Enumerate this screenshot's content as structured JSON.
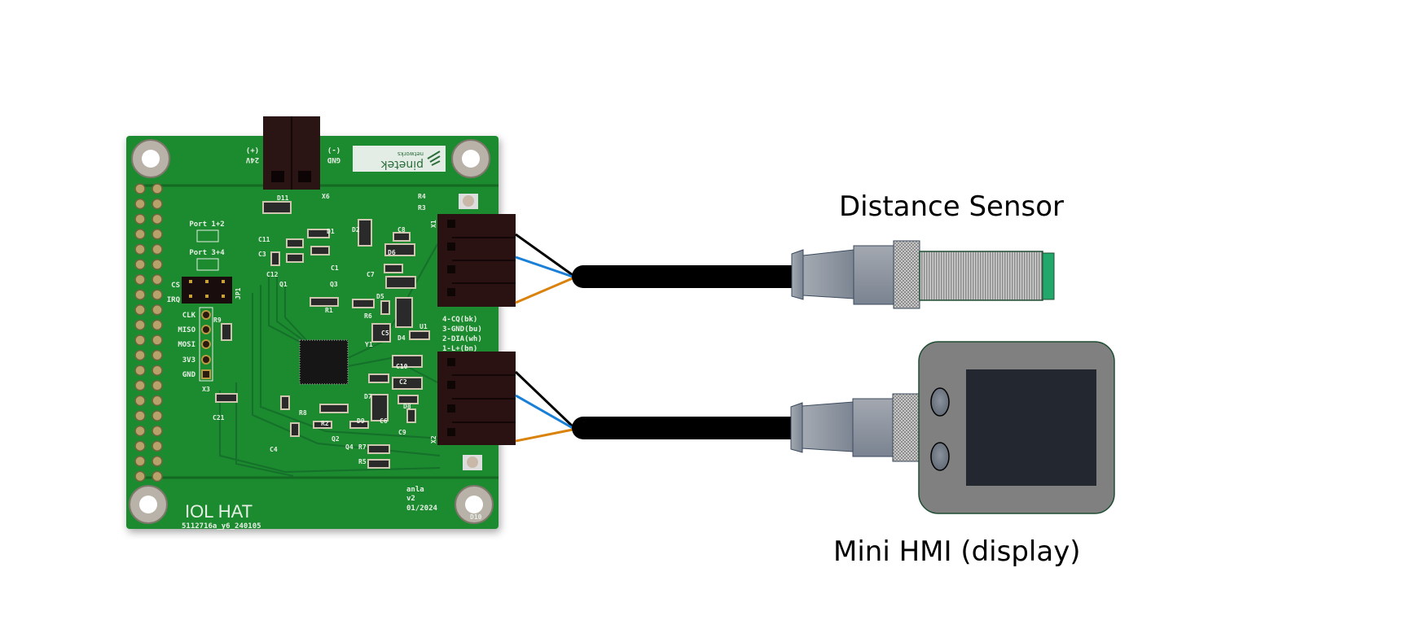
{
  "labels": {
    "sensor": "Distance Sensor",
    "hmi": "Mini HMI (display)"
  },
  "pcb": {
    "title": "IOL HAT",
    "serial": "5112716a_y6_240105",
    "author": "anla",
    "version": "v2",
    "date": "01/2024",
    "logo_name": "pinetek",
    "logo_sub": "networks",
    "power": {
      "plus_label": "24V",
      "plus_sign": "(+)",
      "minus_label": "GND",
      "minus_sign": "(-)",
      "ref": "X6"
    },
    "port12": "Port 1+2",
    "port34": "Port 3+4",
    "jp1": {
      "ref": "JP1",
      "cs": "CS",
      "irq": "IRQ"
    },
    "x3": {
      "ref": "X3",
      "pins": [
        "CLK",
        "MISO",
        "MOSI",
        "3V3",
        "GND"
      ]
    },
    "pin_legend": [
      "4-CQ(bk)",
      "3-GND(bu)",
      "2-DIA(wh)",
      "1-L+(bn)"
    ],
    "connectors": [
      "X1",
      "X2"
    ],
    "refdes": [
      "D11",
      "R4",
      "R3",
      "D1",
      "D2",
      "C11",
      "C3",
      "C1",
      "C12",
      "Q1",
      "Q3",
      "C8",
      "D6",
      "C7",
      "D5",
      "R1",
      "R6",
      "C5",
      "D4",
      "R9",
      "Y1",
      "U1",
      "C10",
      "D9",
      "C2",
      "D8",
      "C9",
      "C6",
      "D7",
      "R8",
      "R2",
      "Q2",
      "Q4",
      "C4",
      "C21",
      "R7",
      "R5",
      "D10"
    ]
  },
  "colors": {
    "pcb": "#1d8a2e",
    "wire_black": "#000000",
    "wire_blue": "#1a7fd6",
    "wire_orange": "#d9820c",
    "sensor_tip": "#22a86a",
    "hmi_body": "#808080",
    "hmi_screen": "#23272f"
  }
}
